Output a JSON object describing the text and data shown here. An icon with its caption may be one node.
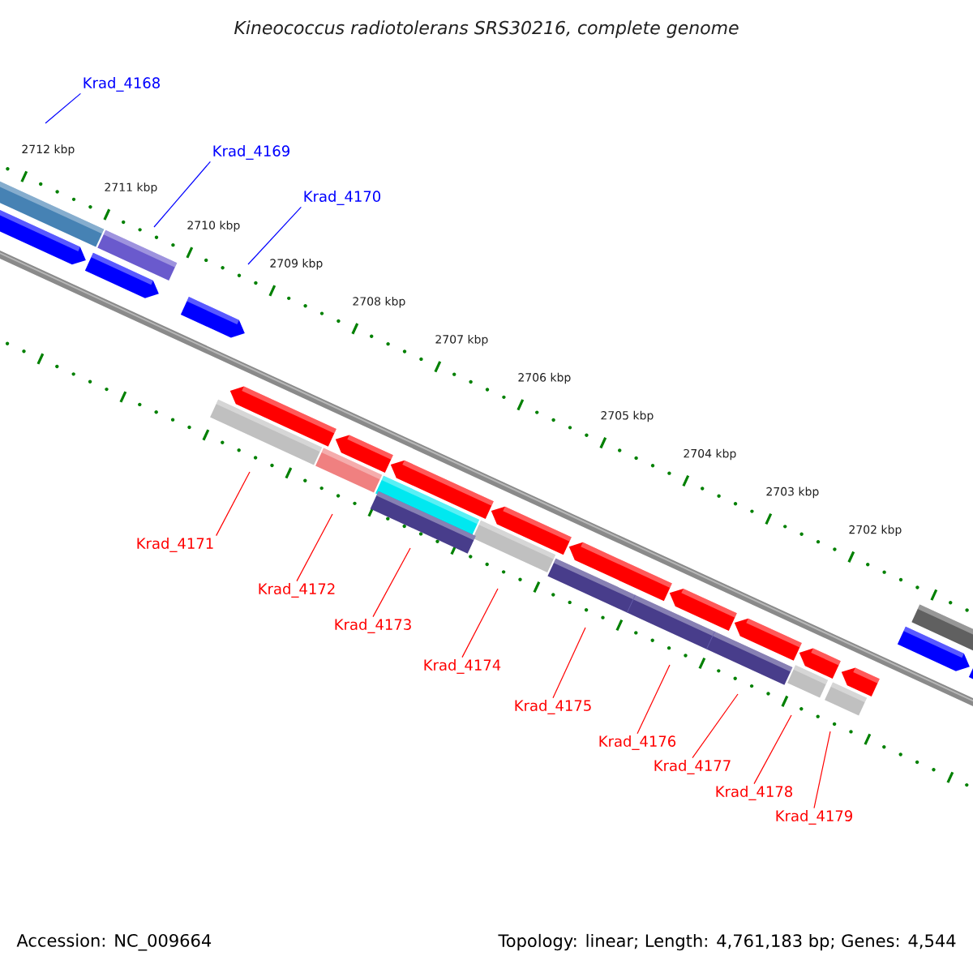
{
  "diagram": {
    "title": "Kineococcus radiotolerans SRS30216, complete genome",
    "nodes": [
      {
        "text": [
          "Krad_4168"
        ]
      },
      {
        "text": [
          "Krad_4169"
        ]
      },
      {
        "text": [
          "Krad_4170"
        ]
      },
      {
        "text": [
          "Krad_4171"
        ]
      },
      {
        "text": [
          "Krad_4172"
        ]
      },
      {
        "text": [
          "Krad_4173"
        ]
      },
      {
        "text": [
          "Krad_4174"
        ]
      },
      {
        "text": [
          "Krad_4175"
        ]
      },
      {
        "text": [
          "Krad_4176"
        ]
      },
      {
        "text": [
          "Krad_4177"
        ]
      },
      {
        "text": [
          "Krad_4178"
        ]
      },
      {
        "text": [
          "Krad_4179"
        ]
      }
    ],
    "edges": [
      {
        "from": 0,
        "to": null,
        "arrow": "none",
        "color": "#0000ff"
      },
      {
        "from": 1,
        "to": null,
        "arrow": "none",
        "color": "#0000ff"
      },
      {
        "from": 2,
        "to": null,
        "arrow": "none",
        "color": "#0000ff"
      },
      {
        "from": 3,
        "to": null,
        "arrow": "none"
      },
      {
        "from": 4,
        "to": null,
        "arrow": "none"
      },
      {
        "from": 5,
        "to": null,
        "arrow": "none"
      },
      {
        "from": 6,
        "to": null,
        "arrow": "none"
      },
      {
        "from": 7,
        "to": null,
        "arrow": "none"
      },
      {
        "from": 8,
        "to": null,
        "arrow": "none"
      },
      {
        "from": 9,
        "to": null,
        "arrow": "none"
      },
      {
        "from": 10,
        "to": null,
        "arrow": "none"
      },
      {
        "from": 11,
        "to": null,
        "arrow": "none"
      }
    ],
    "labels": [
      "2712 kbp",
      "2711 kbp",
      "2710 kbp",
      "2709 kbp",
      "2708 kbp",
      "2707 kbp",
      "2706 kbp",
      "2705 kbp",
      "2704 kbp",
      "2703 kbp",
      "2702 kbp",
      "Accession: NC_009664",
      "Topology: linear; Length: 4,761,183 bp; Genes: 4,544"
    ]
  }
}
